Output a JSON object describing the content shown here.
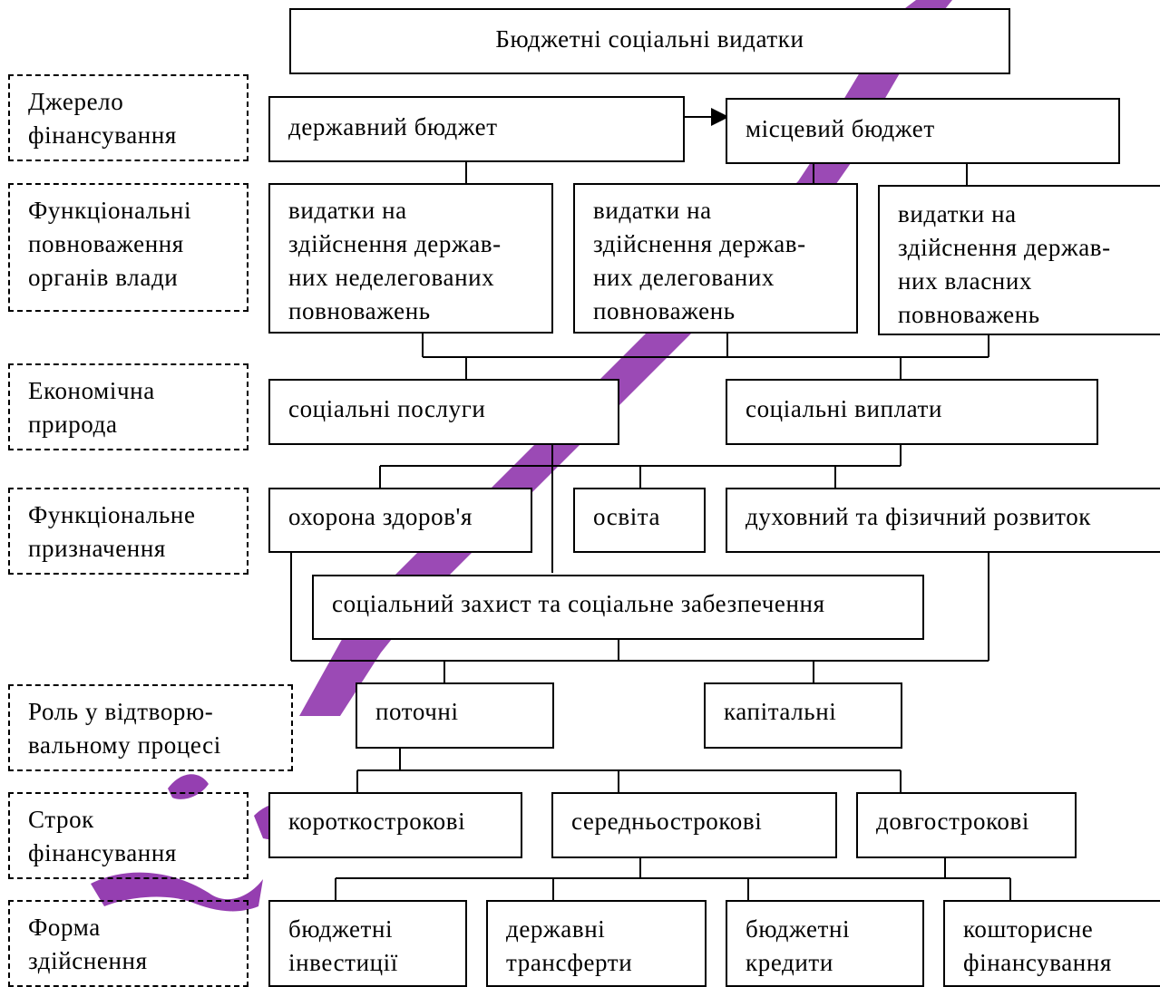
{
  "title": "Бюджетні соціальні видатки",
  "criteria": {
    "source": "Джерело\nфінансування",
    "powers": "Функціональні\nповноваження\nорганів влади",
    "economic": "Економічна\nприрода",
    "functional": "Функціональне\nпризначення",
    "role": "Роль у відтворю-\nвальному процесі",
    "term": "Строк\nфінансування",
    "form": "Форма\nздійснення"
  },
  "source": {
    "state_budget": "державний бюджет",
    "local_budget": "місцевий бюджет"
  },
  "powers": {
    "non_delegated": "видатки на\nздійснення держав-\nних неделегованих\nповноважень",
    "delegated": "видатки на\nздійснення держав-\nних делегованих\nповноважень",
    "own": "видатки на\nздійснення держав-\nних власних\nповноважень"
  },
  "economic": {
    "services": "соціальні послуги",
    "payments": "соціальні виплати"
  },
  "functional": {
    "health": "охорона здоров'я",
    "education": "освіта",
    "culture": "духовний та фізичний розвиток",
    "protection": "соціальний захист та соціальне забезпечення"
  },
  "role": {
    "current": "поточні",
    "capital": "капітальні"
  },
  "term": {
    "short": "короткострокові",
    "medium": "середньострокові",
    "long": "довгострокові"
  },
  "form": {
    "investments": "бюджетні\nінвестиції",
    "transfers": "державні\nтрансферти",
    "credits": "бюджетні\nкредити",
    "estimate": "кошторисне\nфінансування"
  },
  "colors": {
    "line": "#000000",
    "watermark": "#8a2aa8"
  }
}
